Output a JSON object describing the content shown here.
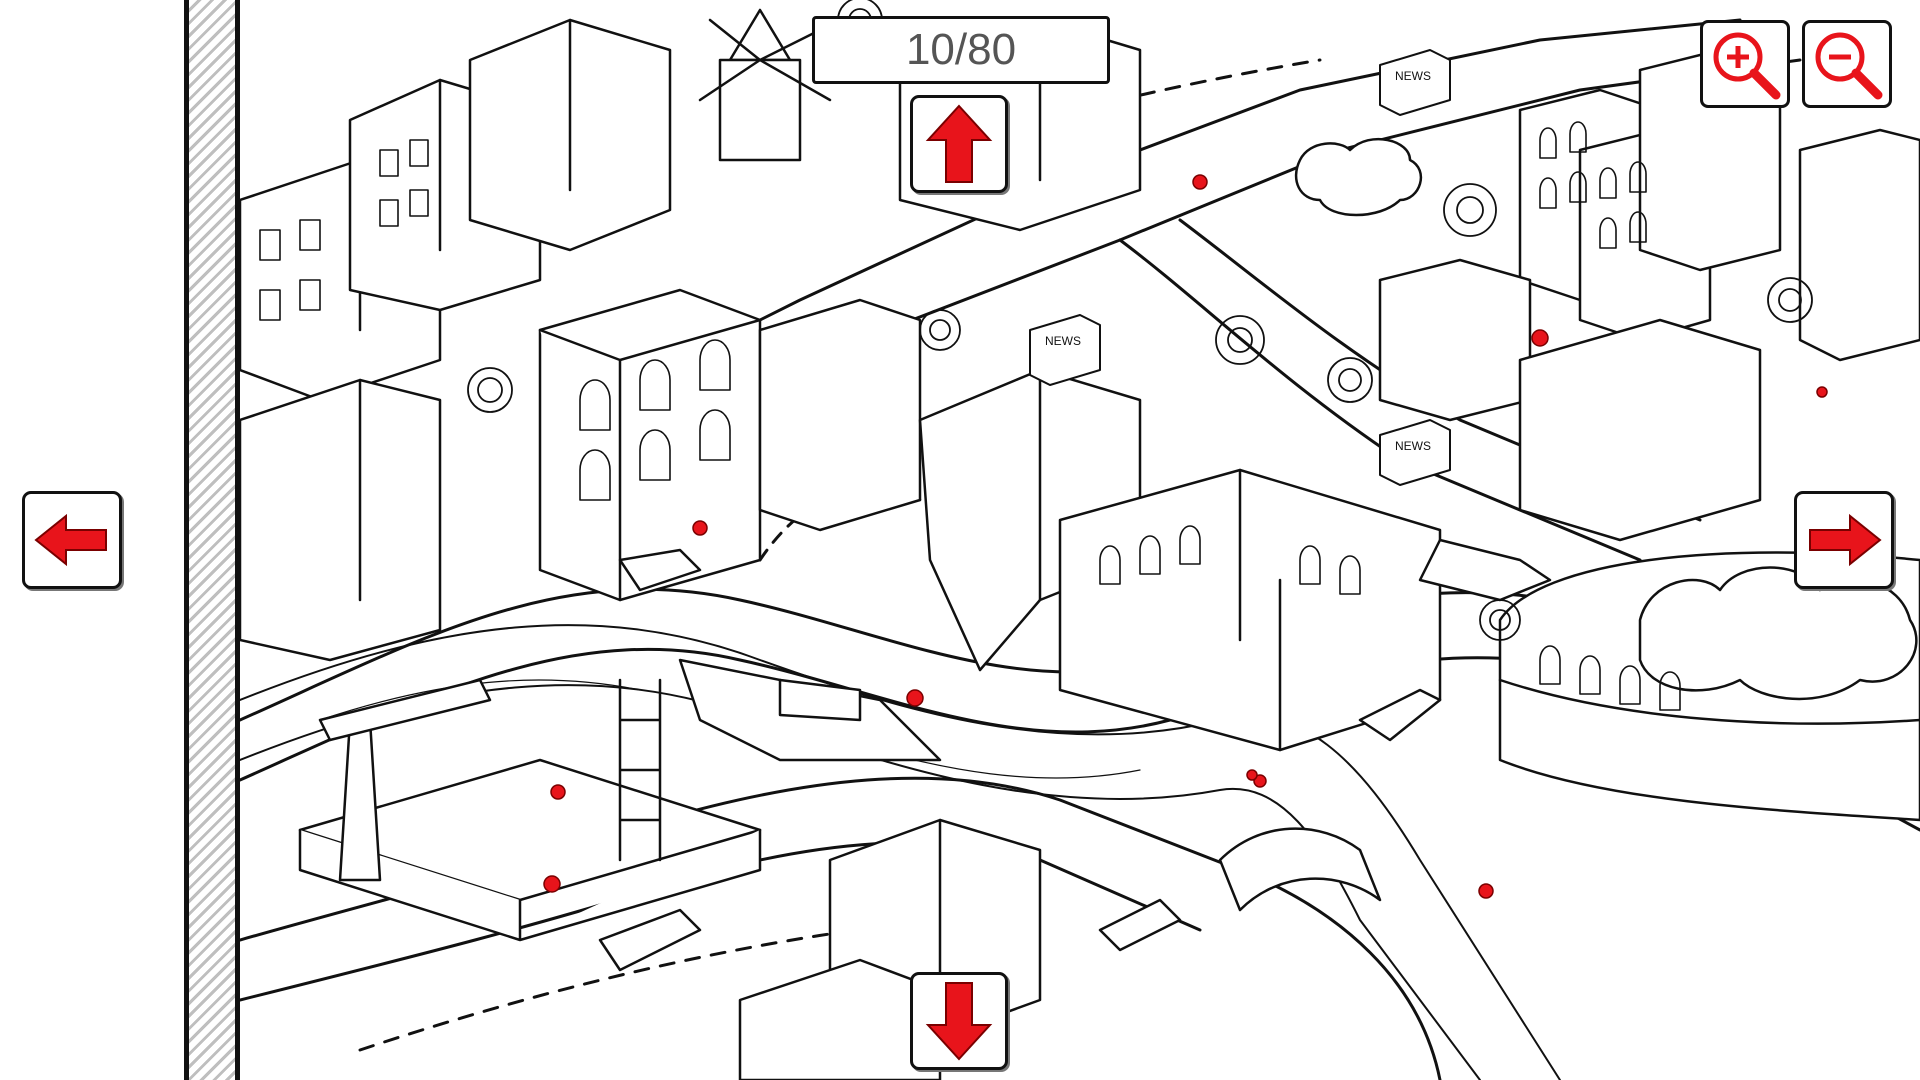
{
  "game": {
    "found_counter": "10/80",
    "found": 10,
    "total": 80
  },
  "controls": {
    "scroll_left": "arrow-left-icon",
    "scroll_right": "arrow-right-icon",
    "scroll_up": "arrow-up-icon",
    "scroll_down": "arrow-down-icon",
    "zoom_in": "zoom-in-icon",
    "zoom_out": "zoom-out-icon"
  },
  "map_signs": {
    "kiosk_sign": "NEWS"
  },
  "colors": {
    "accent": "#e8141b",
    "ink": "#111111",
    "paper": "#ffffff",
    "frame_hatch": "#bfbfbf"
  }
}
